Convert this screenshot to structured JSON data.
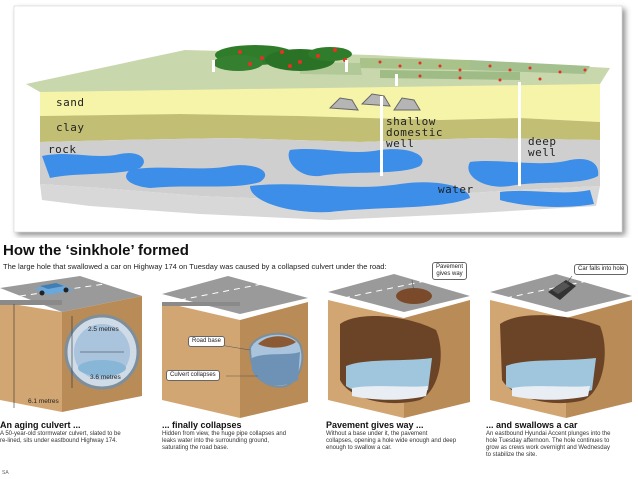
{
  "top_diagram": {
    "labels": {
      "sand": "sand",
      "clay": "clay",
      "rock": "rock",
      "shallow_well": [
        "shallow",
        "domestic",
        "well"
      ],
      "deep_well": [
        "deep",
        "well"
      ],
      "water": "water"
    },
    "colors": {
      "surface": "#c8d5ae",
      "sand": "#f6f4a8",
      "clay": "#c2bf74",
      "rock": "#cccccc",
      "water": "#3c8ee8",
      "trees": "#2f7d2a"
    },
    "icons": [
      "tree-cluster-icon",
      "rock-boulder-icon",
      "field-crop-icon"
    ]
  },
  "infographic": {
    "title": "How the ‘sinkhole’ formed",
    "subtitle": "The large hole that swallowed a car on Highway 174 on Tuesday was caused by a collapsed culvert under the road:",
    "panels": [
      {
        "title": "An aging culvert ...",
        "body": [
          "A 50-year-old stormwater culvert, slated to be",
          "re-lined, sits under eastbound Highway 174."
        ],
        "dims": {
          "height": "2.5 metres",
          "width": "3.6 metres",
          "depth": "6.1 metres"
        }
      },
      {
        "title": "... finally collapses",
        "body": [
          "Hidden from view, the huge pipe collapses and",
          "leaks water into the surrounding ground,",
          "saturating the road base."
        ],
        "callouts": {
          "road_base": "Road base",
          "culvert": "Culvert collapses"
        }
      },
      {
        "title": "Pavement gives way ...",
        "body": [
          "Without a base under it, the pavement",
          "collapses, opening a hole wide enough and deep",
          "enough to swallow a car."
        ],
        "callouts": {
          "pavement": [
            "Pavement",
            "gives way"
          ]
        }
      },
      {
        "title": "... and swallows a car",
        "body": [
          "An eastbound Hyundai Accent plunges into the",
          "hole Tuesday afternoon. The hole continues to",
          "grow as crews work overnight and Wednesday",
          "to stabilize the site."
        ],
        "callouts": {
          "car": "Car falls into hole"
        }
      }
    ],
    "credit": "SA",
    "colors": {
      "road": "#9a9a9a",
      "dirt": "#c89a66",
      "dirt_dark": "#a87a4a",
      "water": "#9fc6dc",
      "culvert": "#8aaed0"
    }
  }
}
